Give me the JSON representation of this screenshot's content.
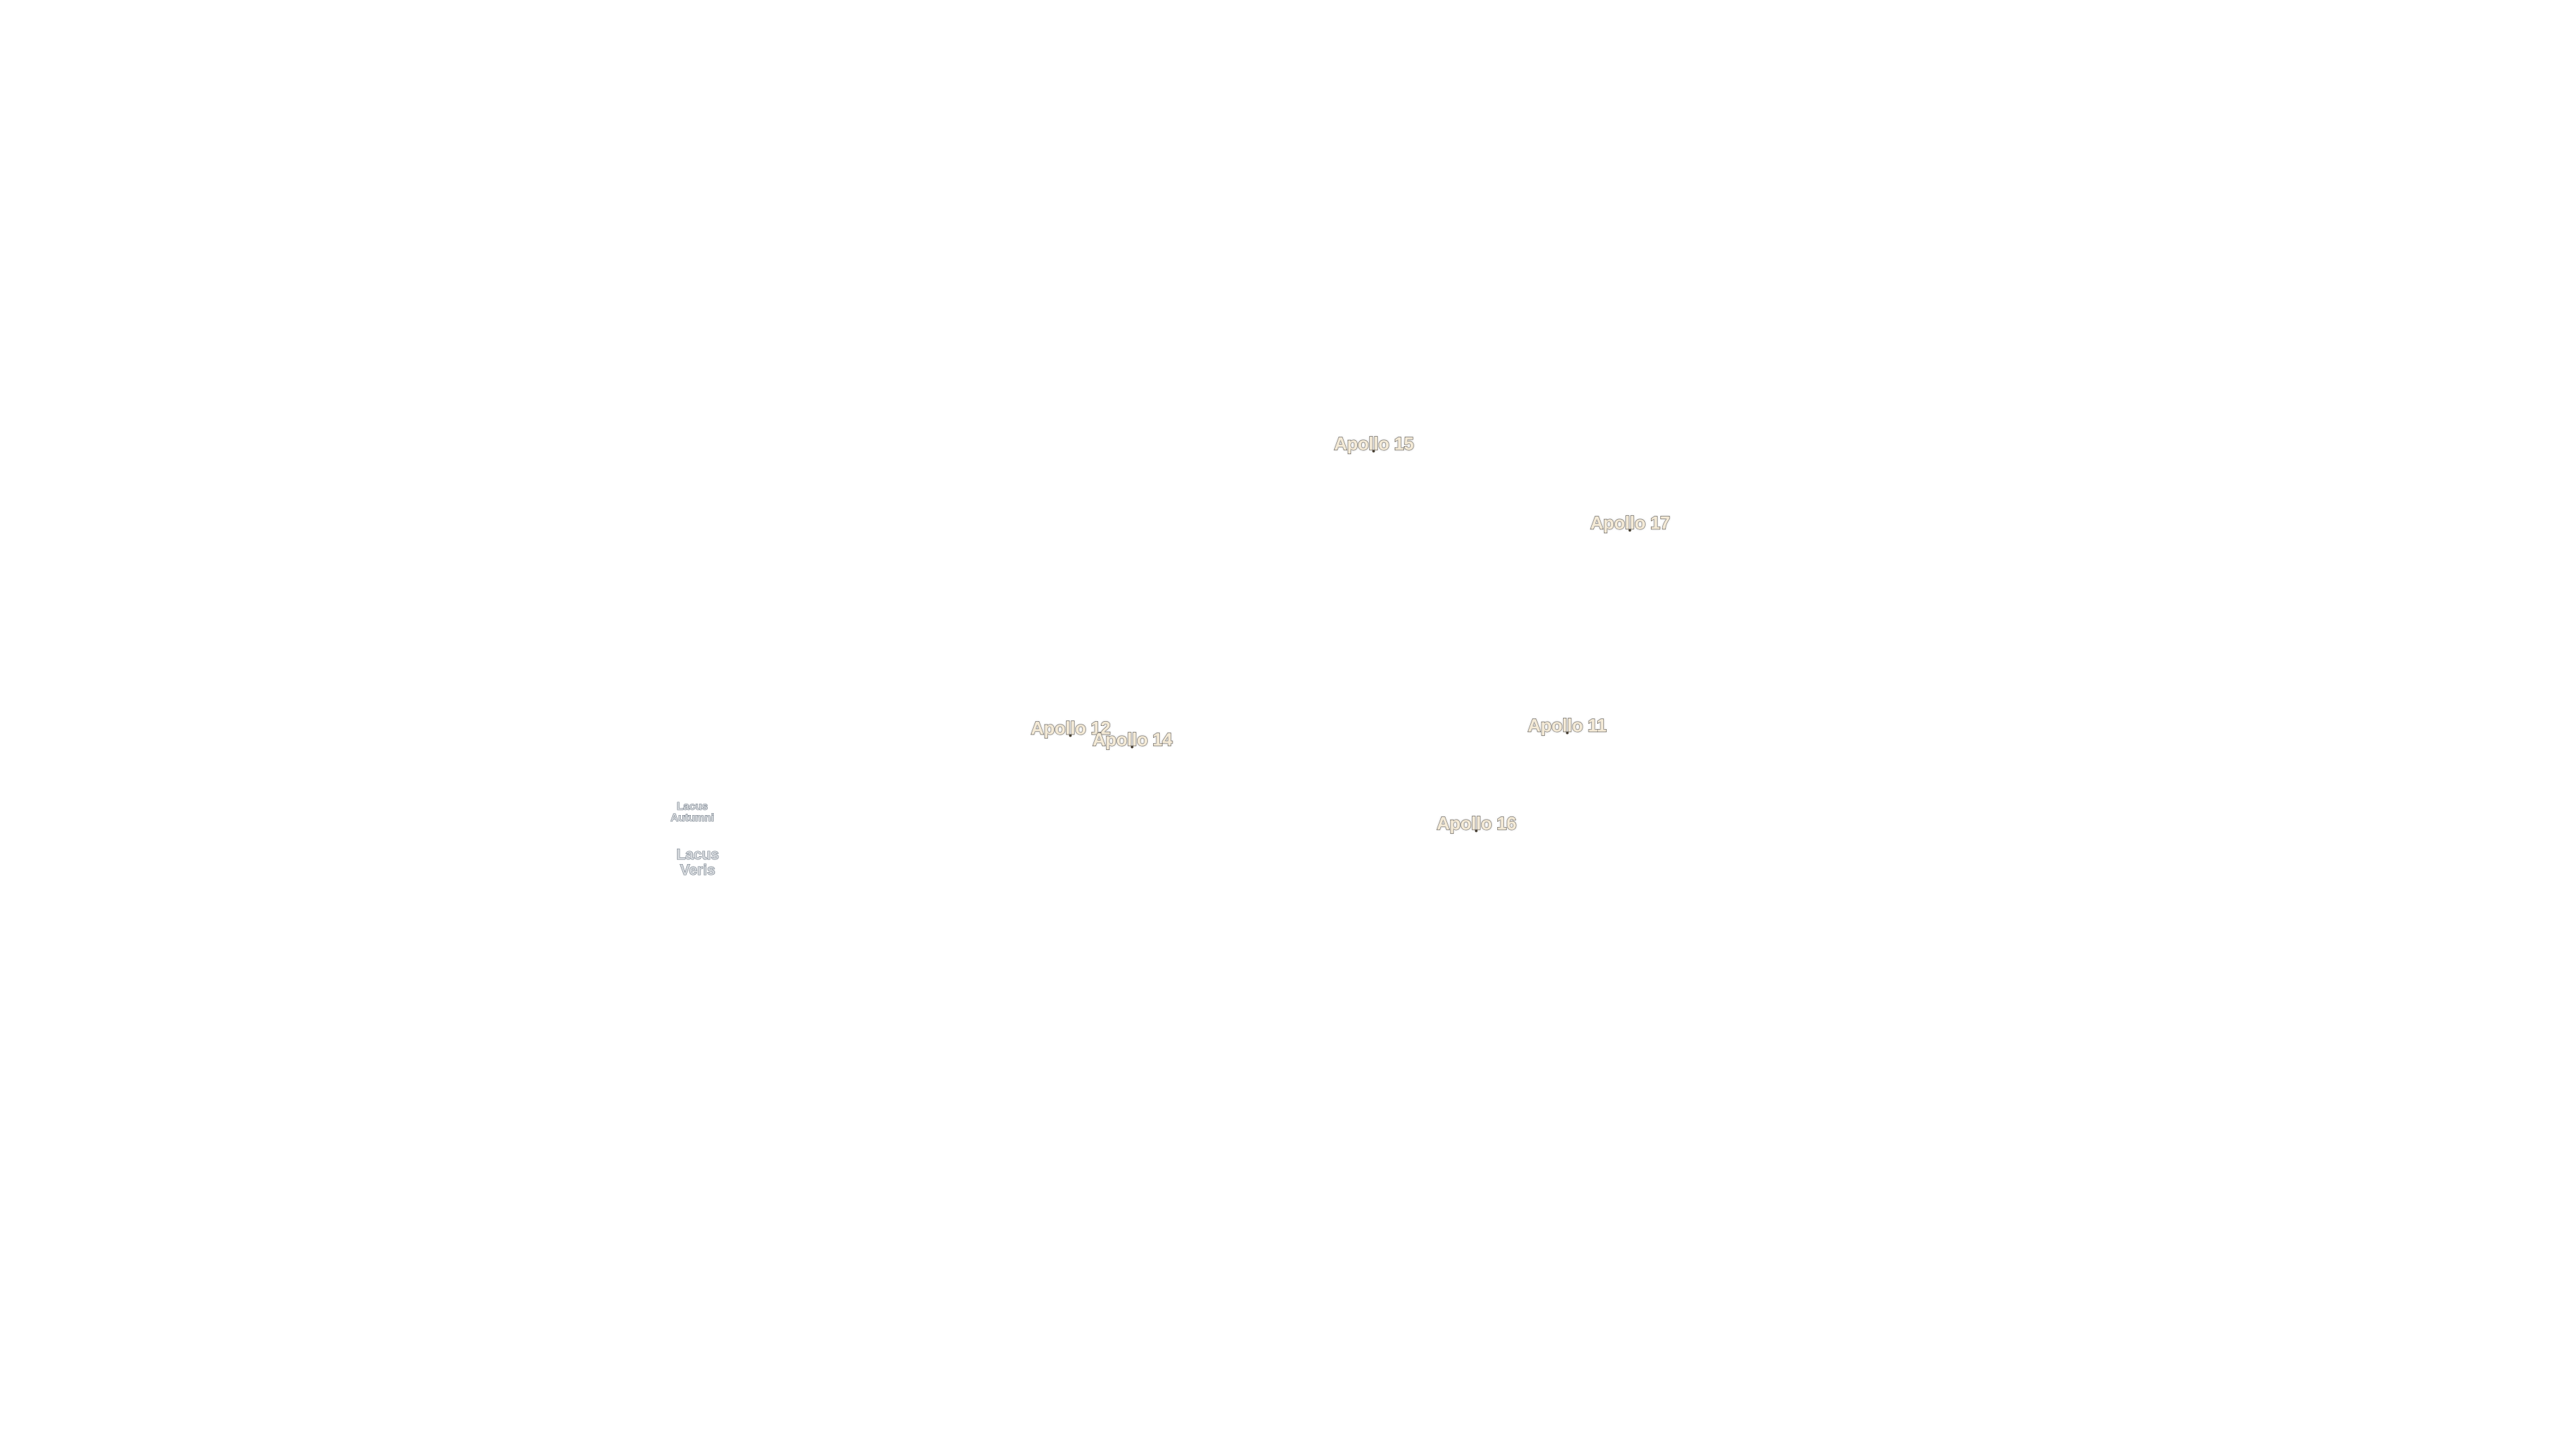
{
  "landing_sites": [
    {
      "id": "apollo-15",
      "label": "Apollo 15"
    },
    {
      "id": "apollo-17",
      "label": "Apollo 17"
    },
    {
      "id": "apollo-12",
      "label": "Apollo 12"
    },
    {
      "id": "apollo-14",
      "label": "Apollo 14"
    },
    {
      "id": "apollo-11",
      "label": "Apollo 11"
    },
    {
      "id": "apollo-16",
      "label": "Apollo 16"
    }
  ],
  "features": [
    {
      "id": "lacus-autumni",
      "lines": [
        "Lacus",
        "Autumni"
      ]
    },
    {
      "id": "lacus-veris",
      "lines": [
        "Lacus",
        "Veris"
      ]
    }
  ]
}
